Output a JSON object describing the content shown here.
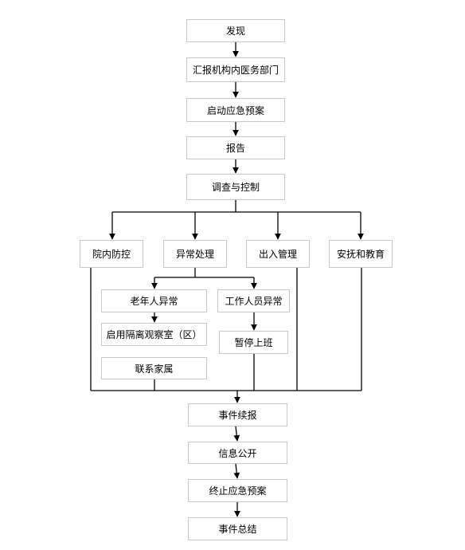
{
  "flow": {
    "discover": "发现",
    "report_to_medical_dept": "汇报机构内医务部门",
    "start_emergency_plan": "启动应急预案",
    "report": "报告",
    "investigate_control": "调查与控制",
    "branches": {
      "hospital_prevention": "院内防控",
      "abnormal_handling": "异常处理",
      "access_management": "出入管理",
      "comfort_education": "安抚和教育"
    },
    "elderly": {
      "elderly_abnormal": "老年人异常",
      "use_isolation_room": "启用隔离观察室（区）",
      "contact_family": "联系家属"
    },
    "staff": {
      "staff_abnormal": "工作人员异常",
      "suspend_work": "暂停上班"
    },
    "follow_up_report": "事件续报",
    "info_disclosure": "信息公开",
    "terminate_plan": "终止应急预案",
    "event_summary": "事件总结"
  }
}
